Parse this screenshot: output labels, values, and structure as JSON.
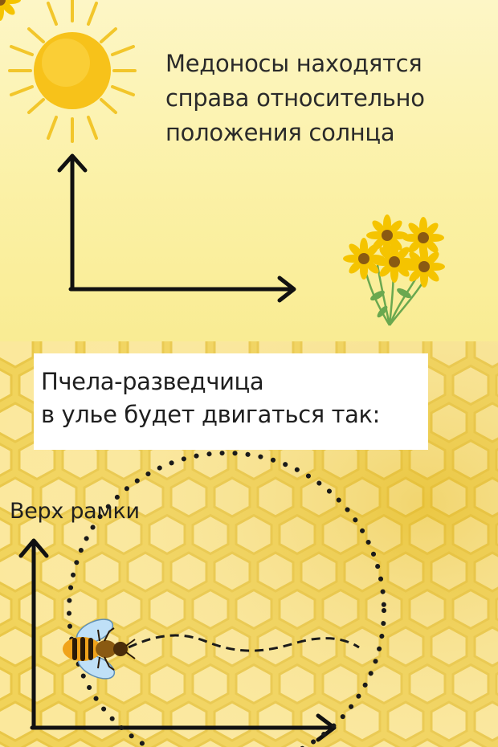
{
  "top_note": {
    "lines": [
      "Медоносы находятся",
      "справа относительно",
      "положения солнца"
    ]
  },
  "caption": {
    "lines": [
      "Пчела-разведчица",
      "в улье будет двигаться так:"
    ]
  },
  "frame_label": "Верх рамки",
  "colors": {
    "sun": "#f7c21a",
    "sun_rays": "#f2c62b",
    "flower_petals": "#f5c400",
    "flower_center": "#8a5a12",
    "leaves": "#6aa84f",
    "honeycomb_bg": "#f3d866",
    "honeycomb_cell": "#fbe79a",
    "arrow": "#111111"
  },
  "icons": [
    "sun-icon",
    "flowers-icon",
    "bee-icon",
    "axis-arrows",
    "dance-path"
  ]
}
